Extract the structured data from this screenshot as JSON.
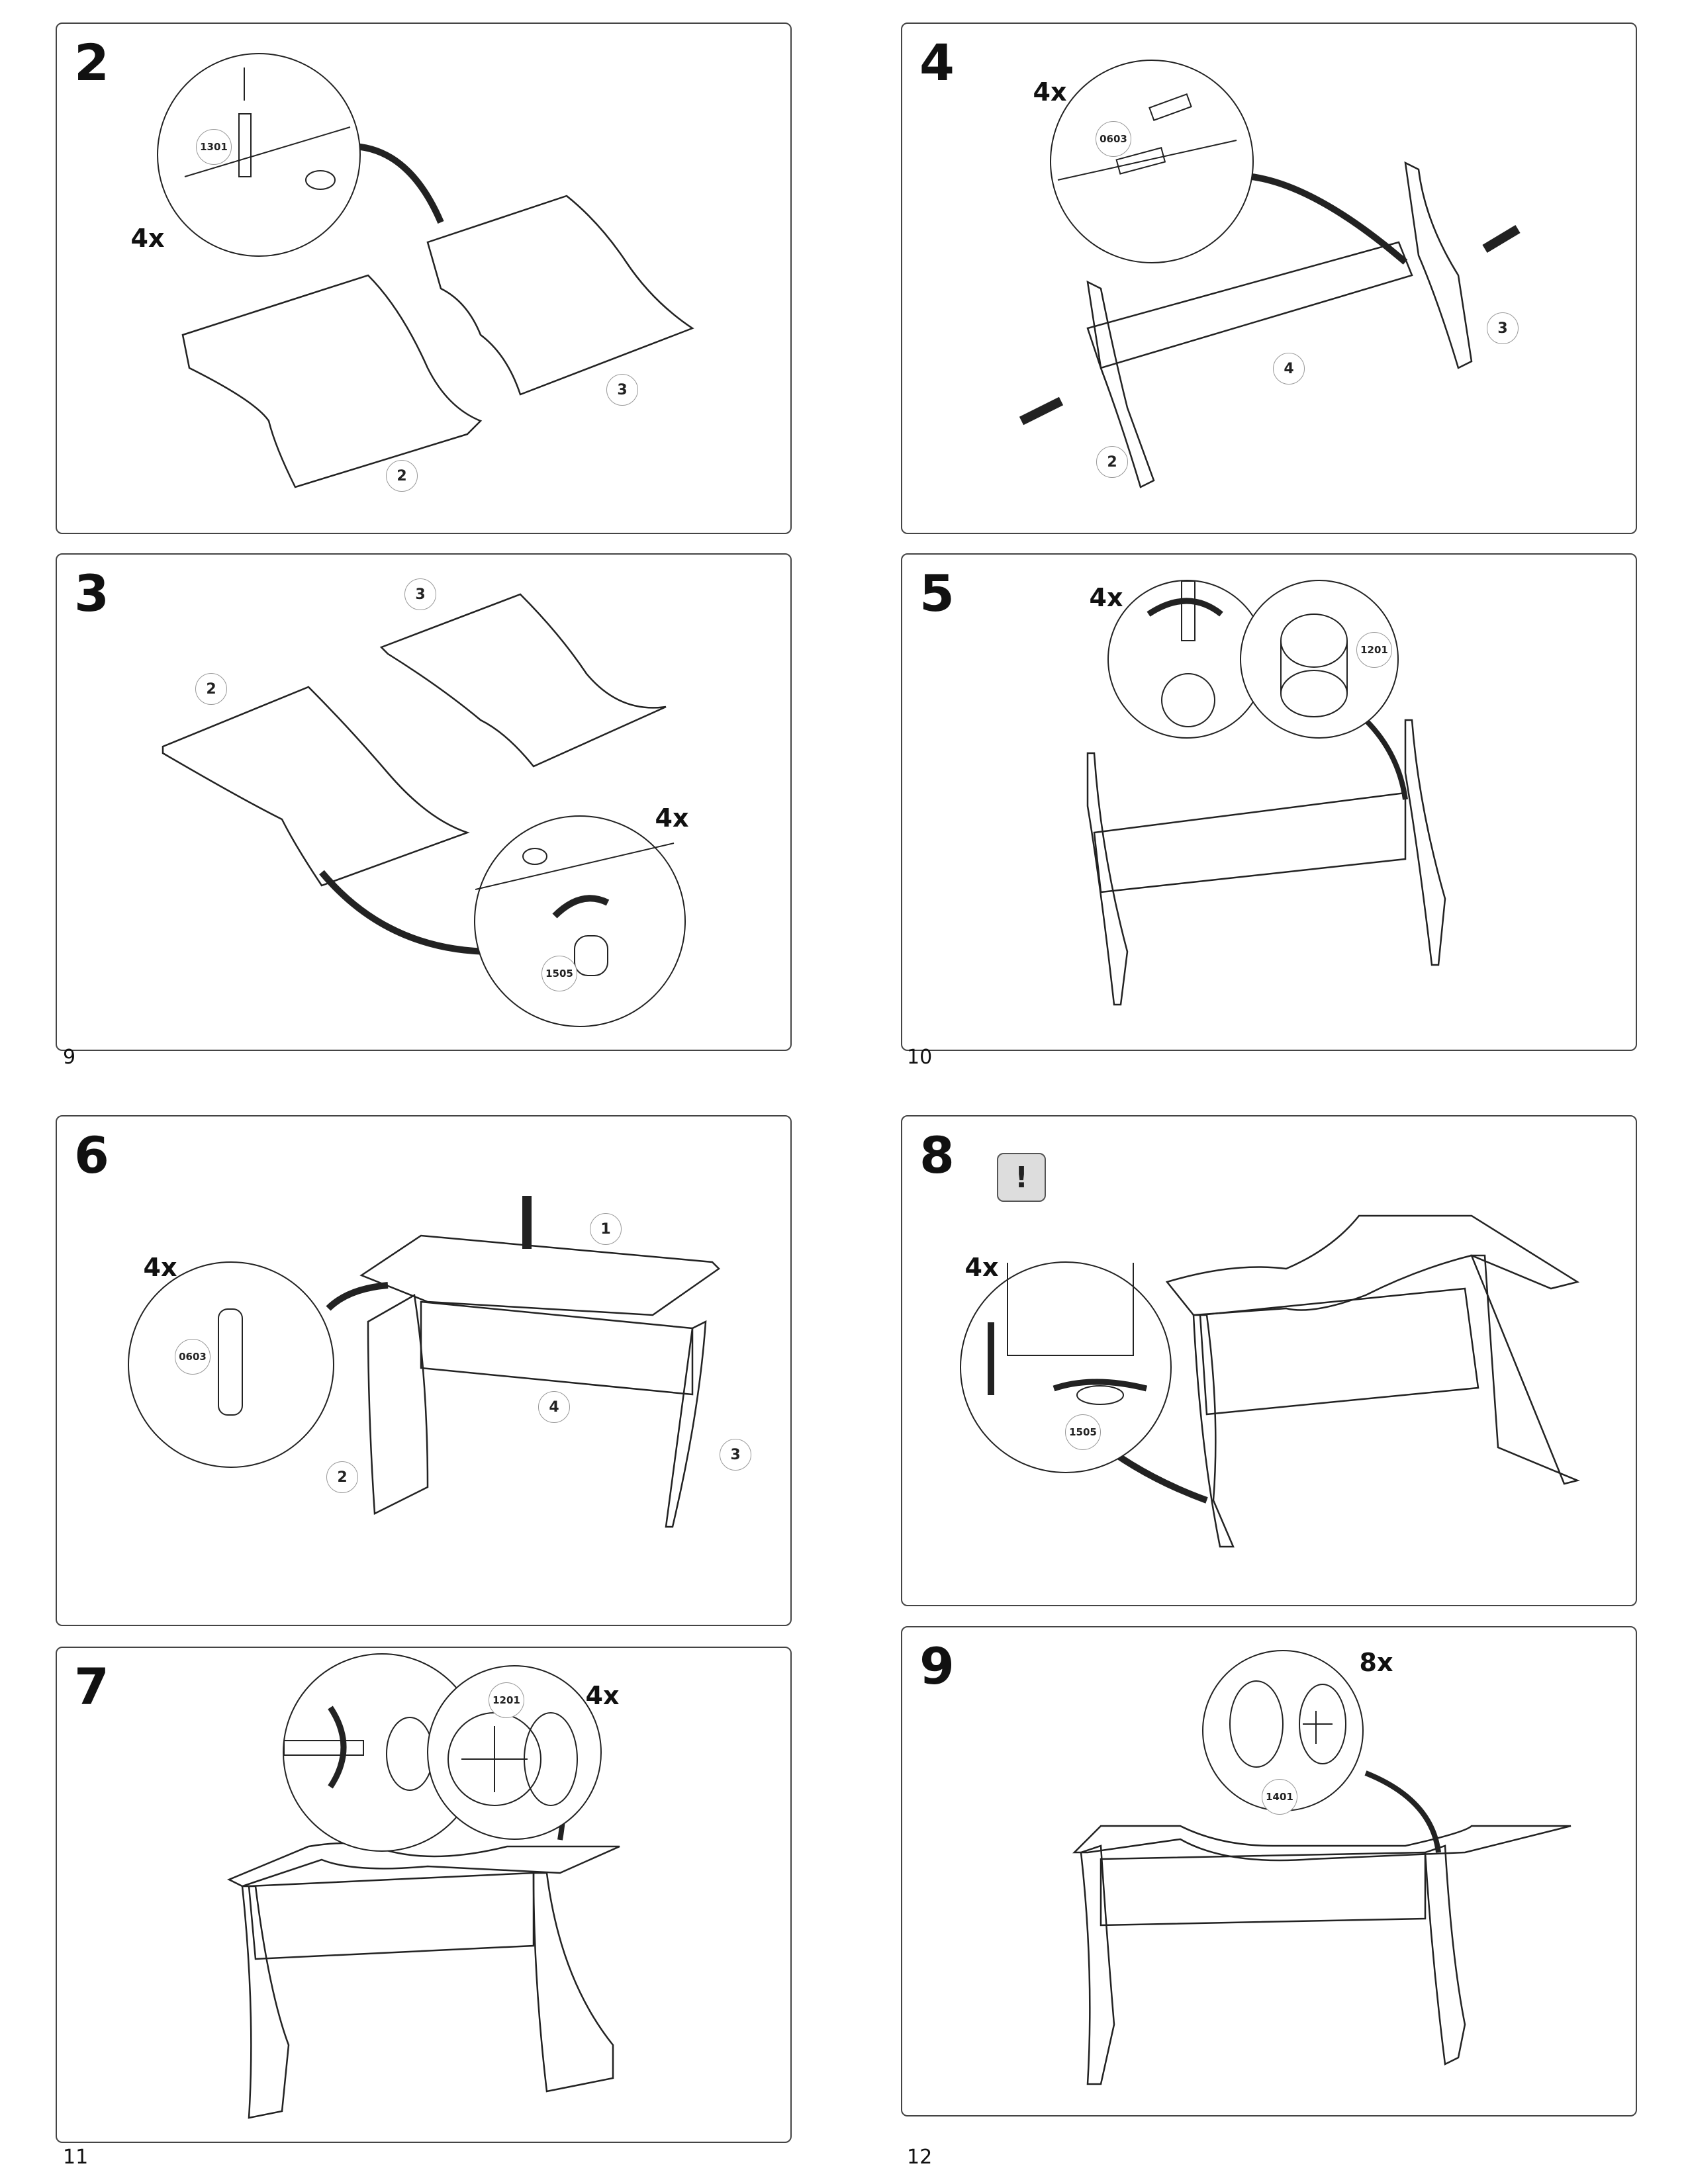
{
  "page_numbers": [
    "9",
    "10",
    "11",
    "12"
  ],
  "steps": [
    {
      "number": "2",
      "quantity": "4x",
      "hardware": "1301",
      "parts": [
        "3",
        "2"
      ]
    },
    {
      "number": "4",
      "quantity": "4x",
      "hardware": "0603",
      "parts": [
        "3",
        "4",
        "2"
      ]
    },
    {
      "number": "3",
      "quantity": "4x",
      "hardware": "1505",
      "parts": [
        "3",
        "2"
      ]
    },
    {
      "number": "5",
      "quantity": "4x",
      "hardware": "1201",
      "parts": []
    },
    {
      "number": "6",
      "quantity": "4x",
      "hardware": "0603",
      "parts": [
        "1",
        "4",
        "2",
        "3"
      ]
    },
    {
      "number": "8",
      "quantity": "4x",
      "hardware": "1505",
      "parts": [],
      "warning": "!"
    },
    {
      "number": "7",
      "quantity": "4x",
      "hardware": "1201",
      "parts": []
    },
    {
      "number": "9",
      "quantity": "8x",
      "hardware": "1401",
      "parts": []
    }
  ]
}
